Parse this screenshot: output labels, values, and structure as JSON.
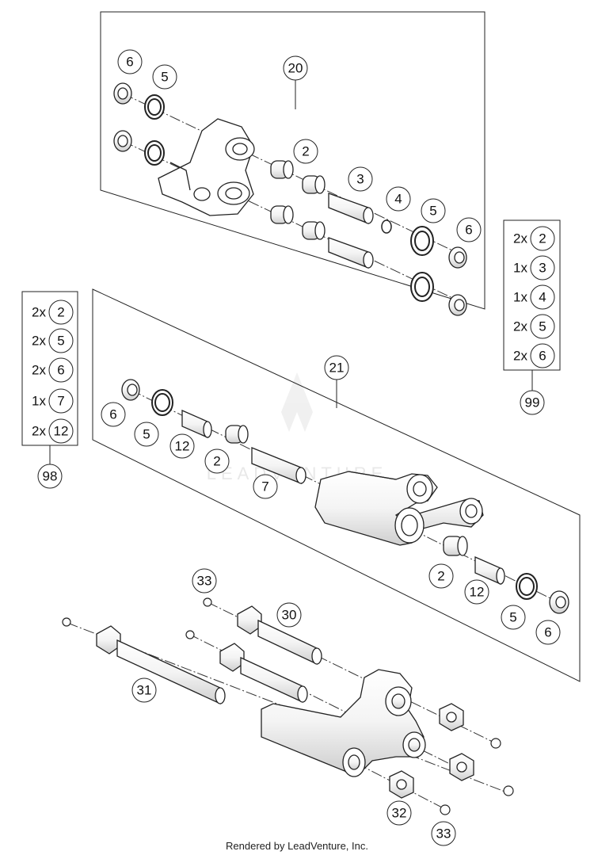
{
  "footer": "Rendered by LeadVenture, Inc.",
  "watermark": "LEADVENTURE",
  "callouts": {
    "c20": "20",
    "c21": "21",
    "top_6a": "6",
    "top_5a": "5",
    "top_2": "2",
    "top_3": "3",
    "top_4": "4",
    "top_5b": "5",
    "top_6b": "6",
    "mid_6": "6",
    "mid_5": "5",
    "mid_12": "12",
    "mid_2": "2",
    "mid_7": "7",
    "mid_2b": "2",
    "mid_12b": "12",
    "mid_5b": "5",
    "mid_6b": "6",
    "bot_33a": "33",
    "bot_30": "30",
    "bot_31": "31",
    "bot_32": "32",
    "bot_33b": "33"
  },
  "kit99": {
    "label": "99",
    "items": [
      {
        "qty": "2x",
        "part": "2"
      },
      {
        "qty": "1x",
        "part": "3"
      },
      {
        "qty": "1x",
        "part": "4"
      },
      {
        "qty": "2x",
        "part": "5"
      },
      {
        "qty": "2x",
        "part": "6"
      }
    ]
  },
  "kit98": {
    "label": "98",
    "items": [
      {
        "qty": "2x",
        "part": "2"
      },
      {
        "qty": "2x",
        "part": "5"
      },
      {
        "qty": "2x",
        "part": "6"
      },
      {
        "qty": "1x",
        "part": "7"
      },
      {
        "qty": "2x",
        "part": "12"
      }
    ]
  }
}
